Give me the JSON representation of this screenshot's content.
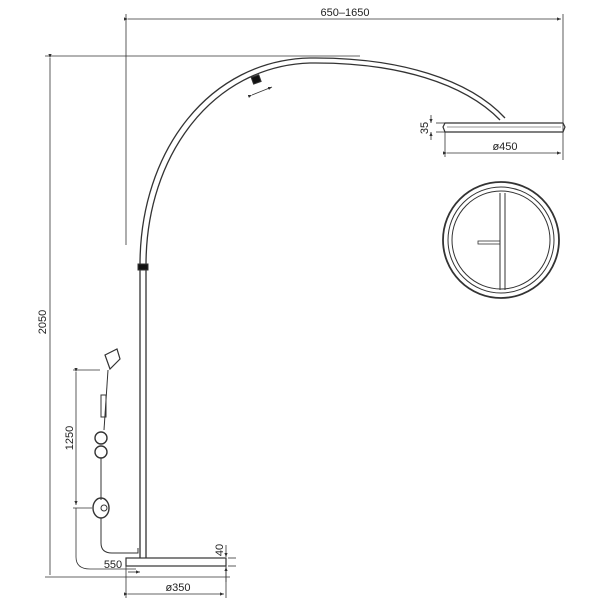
{
  "drawing": {
    "title": "Arc floor lamp dimension drawing",
    "line_color": "#333333",
    "dimensions": {
      "reach": "650–1650",
      "height": "2050",
      "head_thickness": "35",
      "head_diameter": "ø450",
      "cord_length": "1250",
      "switch_offset": "550",
      "base_thickness": "40",
      "base_diameter": "ø350"
    }
  }
}
